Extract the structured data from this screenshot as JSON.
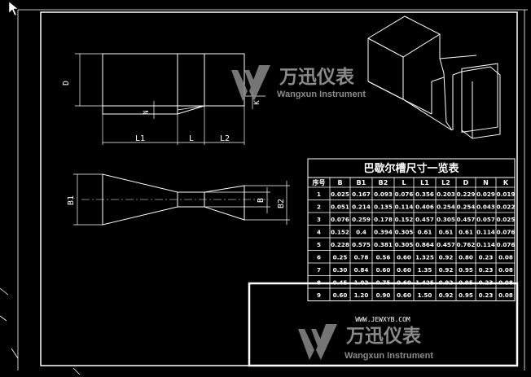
{
  "drawing": {
    "dims": {
      "D": "D",
      "N": "N",
      "K": "K",
      "L1": "L1",
      "L": "L",
      "L2": "L2",
      "B1": "B1",
      "B": "B",
      "B2": "B2"
    },
    "watermark": {
      "cn": "万迅仪表",
      "en": "Wangxun Instrument"
    },
    "website": "WWW.JEWXYB.COM"
  },
  "table": {
    "title": "巴歇尔槽尺寸一览表",
    "headers": [
      "序号",
      "B",
      "B1",
      "B2",
      "L",
      "L1",
      "L2",
      "D",
      "N",
      "K"
    ],
    "rows": [
      [
        "1",
        "0.025",
        "0.167",
        "0.093",
        "0.076",
        "0.356",
        "0.203",
        "0.229",
        "0.029",
        "0.019"
      ],
      [
        "2",
        "0.051",
        "0.214",
        "0.135",
        "0.114",
        "0.406",
        "0.254",
        "0.254",
        "0.043",
        "0.022"
      ],
      [
        "3",
        "0.076",
        "0.259",
        "0.178",
        "0.152",
        "0.457",
        "0.305",
        "0.457",
        "0.057",
        "0.025"
      ],
      [
        "4",
        "0.152",
        "0.4",
        "0.394",
        "0.305",
        "0.61",
        "0.61",
        "0.61",
        "0.114",
        "0.076"
      ],
      [
        "5",
        "0.228",
        "0.575",
        "0.381",
        "0.305",
        "0.864",
        "0.457",
        "0.762",
        "0.114",
        "0.076"
      ],
      [
        "6",
        "0.25",
        "0.78",
        "0.56",
        "0.60",
        "1.325",
        "0.92",
        "0.80",
        "0.23",
        "0.08"
      ],
      [
        "7",
        "0.30",
        "0.84",
        "0.60",
        "0.60",
        "1.35",
        "0.92",
        "0.95",
        "0.23",
        "0.08"
      ],
      [
        "8",
        "0.45",
        "1.02",
        "0.75",
        "0.60",
        "1.425",
        "0.92",
        "0.95",
        "0.23",
        "0.08"
      ],
      [
        "9",
        "0.60",
        "1.20",
        "0.90",
        "0.60",
        "1.50",
        "0.92",
        "0.95",
        "0.23",
        "0.08"
      ]
    ]
  },
  "colors": {
    "background": "#000000",
    "lines": "#ffffff",
    "watermark": "#8a8a8a"
  }
}
